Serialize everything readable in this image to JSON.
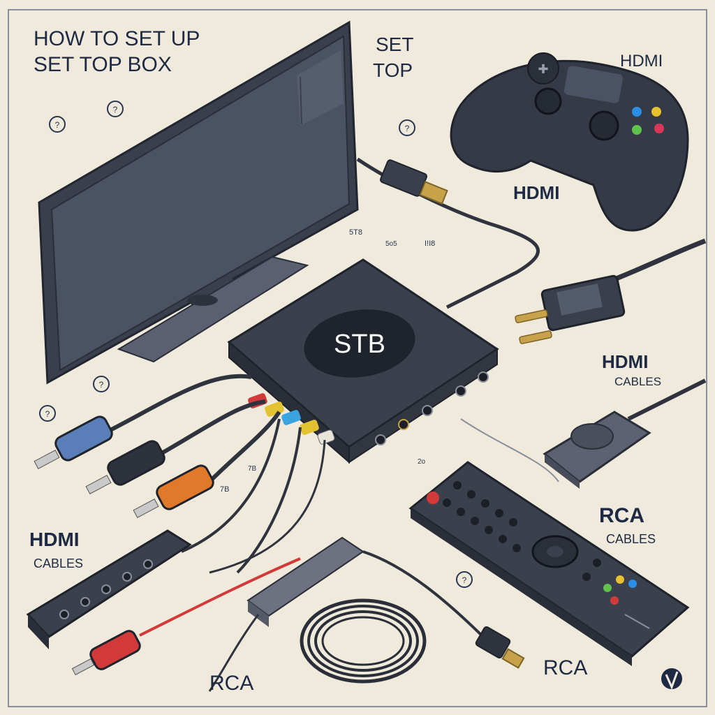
{
  "title": {
    "line1": "HOW TO SET UP",
    "line2": "SET TOP BOX"
  },
  "device_labels": {
    "set_top_line1": "SET",
    "set_top_line2": "TOP",
    "stb_badge": "STB",
    "hdmi_top_right": "HDMI",
    "hdmi_mid": "HDMI",
    "hdmi_cables_right_1": "HDMI",
    "hdmi_cables_right_2": "CABLES",
    "hdmi_cables_left_1": "HDMI",
    "hdmi_cables_left_2": "CABLES",
    "rca_cables_1": "RCA",
    "rca_cables_2": "CABLES",
    "rca_bottom_right": "RCA",
    "rca_bottom_center": "RCA"
  },
  "step_markers": [
    "?",
    "?",
    "?",
    "?",
    "?",
    "?"
  ],
  "scribbles": [
    "5T8",
    "5o5",
    "I!I8",
    "7B",
    "7B",
    "2o"
  ],
  "colors": {
    "background": "#efeadb",
    "ink": "#1e2a44",
    "device": "#2e3340",
    "rca_red": "#d23a3a",
    "rca_white": "#e8e4da",
    "rca_yellow": "#e2c230",
    "rca_green": "#6cc14a",
    "rca_blue": "#3aa4e0",
    "rca_orange": "#e07a2a",
    "hdmi_gold": "#c7a24a"
  },
  "icons": [
    "tv-icon",
    "game-controller-icon",
    "stb-box-icon",
    "remote-control-icon",
    "hdmi-plug-icon",
    "rca-plug-icon",
    "cable-coil-icon",
    "logo-mark-icon"
  ]
}
